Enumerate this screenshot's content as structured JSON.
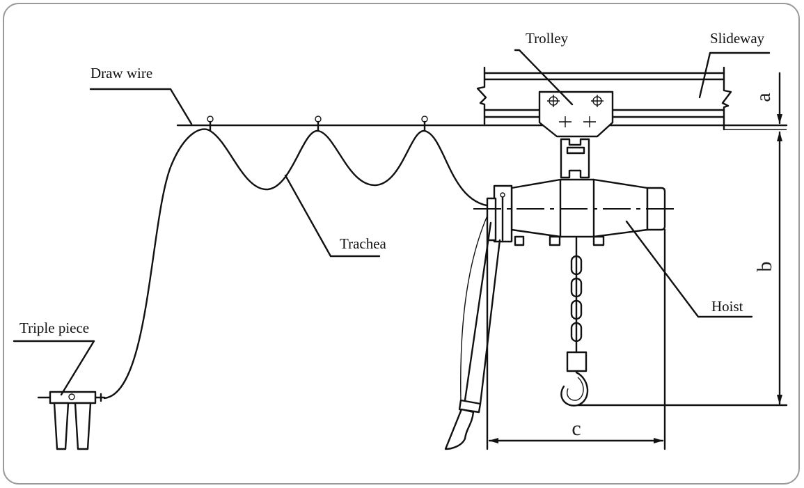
{
  "labels": {
    "draw_wire": "Draw wire",
    "trolley": "Trolley",
    "slideway": "Slideway",
    "trachea": "Trachea",
    "hoist": "Hoist",
    "triple_piece": "Triple piece"
  },
  "dimensions": {
    "a": "a",
    "b": "b",
    "c": "c"
  },
  "colors": {
    "frame": "#9a9a9a",
    "line": "#111111"
  }
}
